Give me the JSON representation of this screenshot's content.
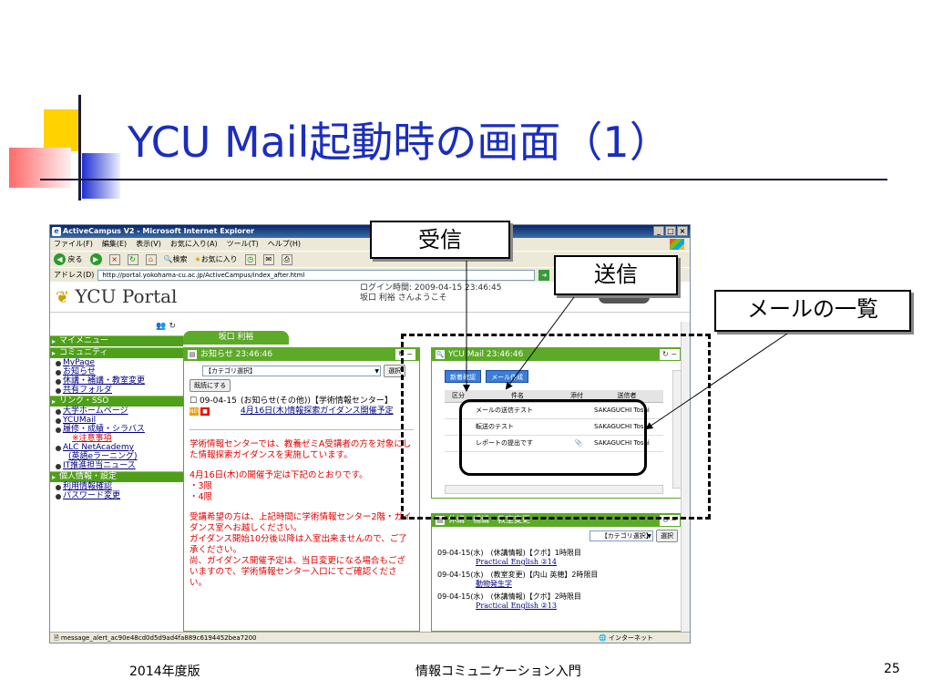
{
  "slide": {
    "title": "YCU Mail起動時の画面（1）",
    "footer_left": "2014年度版",
    "footer_center": "情報コミュニケーション入門",
    "footer_right": "25"
  },
  "callouts": {
    "receive": "受信",
    "send": "送信",
    "list": "メールの一覧"
  },
  "browser": {
    "title": "ActiveCampus V2 - Microsoft Internet Explorer",
    "menu": [
      "ファイル(F)",
      "編集(E)",
      "表示(V)",
      "お気に入り(A)",
      "ツール(T)",
      "ヘルプ(H)"
    ],
    "toolbar": {
      "back": "戻る",
      "search": "検索",
      "favorites": "お気に入り"
    },
    "address_label": "アドレス(D)",
    "address": "http://portal.yokohama-cu.ac.jp/ActiveCampus/index_after.html",
    "status": "message_alert_ac90e48cd0d5d9ad4fa889c6194452bea7200",
    "zone": "インターネット"
  },
  "portal": {
    "logo": "YCU Portal",
    "login_time": "ログイン時間: 2009-04-15 23:46:45",
    "welcome": "坂口 利裕 さんようこそ",
    "user_tab": "坂口 利裕",
    "sidebar": [
      {
        "type": "sec",
        "label": "マイメニュー"
      },
      {
        "type": "sec",
        "label": "コミュニティ"
      },
      {
        "type": "link",
        "label": "MyPage"
      },
      {
        "type": "link",
        "label": "お知らせ"
      },
      {
        "type": "link",
        "label": "休講・補講・教室変更"
      },
      {
        "type": "link",
        "label": "共有フォルダ"
      },
      {
        "type": "sec",
        "label": "リンク・SSO"
      },
      {
        "type": "link",
        "label": "大学ホームページ"
      },
      {
        "type": "link",
        "label": "YCUMail"
      },
      {
        "type": "link",
        "label": "履修・成績・シラバス"
      },
      {
        "type": "warn",
        "label": "※注意事項"
      },
      {
        "type": "link",
        "label": "ALC NetAcademy"
      },
      {
        "type": "sub",
        "label": "(英語eラーニング)"
      },
      {
        "type": "link",
        "label": "IT推進担当ニュース"
      },
      {
        "type": "sec",
        "label": "個人情報・設定"
      },
      {
        "type": "link",
        "label": "利用情報確認"
      },
      {
        "type": "link",
        "label": "パスワード変更"
      }
    ],
    "notice": {
      "header": "お知らせ 23:46:46",
      "category": "【カテゴリ選択】",
      "select_btn": "選択",
      "read_btn": "既読にする",
      "date": "09-04-15",
      "item_title": "(お知らせ(その他))【学術情報センター】",
      "item_link": "4月16日(木)情報探索ガイダンス開催予定",
      "body1": "学術情報センターでは、教養ゼミA受講者の方を対象にした情報探索ガイダンスを実施しています。",
      "body2": "4月16日(木)の開催予定は下記のとおりです。",
      "body3": "・3限",
      "body4": "・4限",
      "body5": "受講希望の方は、上記時間に学術情報センター2階・ガイダンス室へお越しください。",
      "body6": "ガイダンス開始10分後以降は入室出来ませんので、ご了承ください。",
      "body7": "尚、ガイダンス開催予定は、当日変更になる場合もございますので、学術情報センター入口にてご確認ください。"
    },
    "mail": {
      "header": "YCU Mail 23:46:46",
      "receive_btn": "新着確認",
      "send_btn": "メール作成",
      "col_section": "区分",
      "col_subject": "件名",
      "col_attach": "添付",
      "col_from": "送信者",
      "rows": [
        {
          "subject": "メールの送信テスト",
          "from": "SAKAGUCHI Toshi"
        },
        {
          "subject": "転送のテスト",
          "from": "SAKAGUCHI Toshi"
        },
        {
          "subject": "レポートの提出です",
          "from": "SAKAGUCHI Toshi"
        }
      ]
    },
    "lecture": {
      "header": "休講・補講・教室変更",
      "category": "【カテゴリ選択】",
      "select_btn": "選択",
      "rows": [
        {
          "head": "09-04-15(水)　(休講情報)【クボ】1時限目",
          "link": "Practical English ②14"
        },
        {
          "head": "09-04-15(水)　(教室変更)【内山 英穂】2時限目",
          "link": "動物発生学"
        },
        {
          "head": "09-04-15(水)　(休講情報)【クボ】2時限目",
          "link": "Practical English ②13"
        }
      ]
    }
  }
}
